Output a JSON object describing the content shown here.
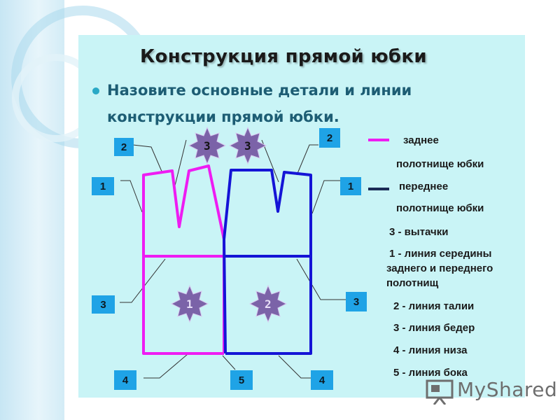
{
  "slide": {
    "title": "Конструкция прямой юбки",
    "question": "Назовите основные детали и линии конструкции прямой юбки."
  },
  "diagram": {
    "callouts": {
      "top_left_2": "2",
      "top_right_2": "2",
      "left_1": "1",
      "right_1": "1",
      "left_3": "3",
      "right_3": "3",
      "bottom_left_4": "4",
      "bottom_center_5": "5",
      "bottom_right_4": "4"
    },
    "stars": {
      "dart_back": "3",
      "dart_front": "3",
      "panel_back": "1",
      "panel_front": "2"
    }
  },
  "legend": {
    "back_line_1": "заднее",
    "back_line_2": "полотнище юбки",
    "front_line_1": "переднее",
    "front_line_2": "полотнище юбки",
    "item_darts": "3 - вытачки",
    "item_middle_1": "1 -  линия середины",
    "item_middle_2": "заднего и переднего",
    "item_middle_3": "полотнищ",
    "item_waist": "2 - линия талии",
    "item_hip": "3 - линия бедер",
    "item_hem": "4 - линия низа",
    "item_side": "5 - линия бока"
  },
  "watermark": {
    "text": "MyShared"
  },
  "colors": {
    "slide_bg": "#c9f4f6",
    "back_panel": "#ee1cf2",
    "front_panel": "#1414d6",
    "callout_bg": "#1fa3e6",
    "star_fill": "#7b63a8",
    "title_text": "#1a1a1a",
    "question_text": "#1d5d74"
  }
}
